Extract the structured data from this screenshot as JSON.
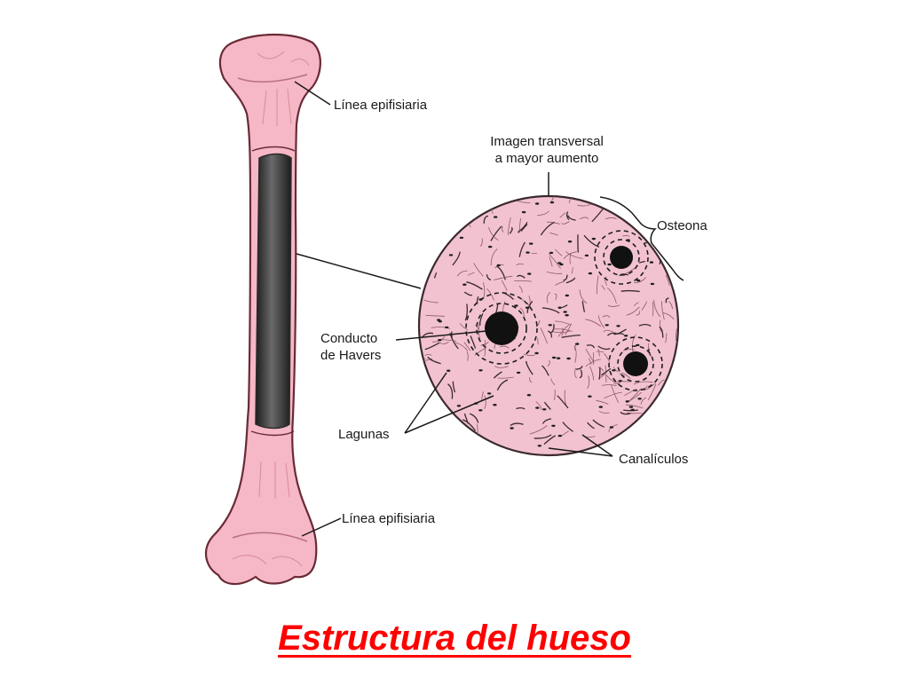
{
  "title": "Estructura del hueso",
  "labels": {
    "epiphyseal_line_top": "Línea epifisiaria",
    "cross_section_line1": "Imagen transversal",
    "cross_section_line2": "a mayor aumento",
    "osteon": "Osteona",
    "haversian_line1": "Conducto",
    "haversian_line2": "de Havers",
    "lacunae": "Lagunas",
    "canaliculi": "Canalículos",
    "epiphyseal_line_bottom": "Línea epifisiaria"
  },
  "colors": {
    "bone_fill": "#f6b8c6",
    "bone_outline": "#6a2a35",
    "marrow": "#3a3a3a",
    "section_fill": "#f2c2d0",
    "title": "#ff0000"
  }
}
